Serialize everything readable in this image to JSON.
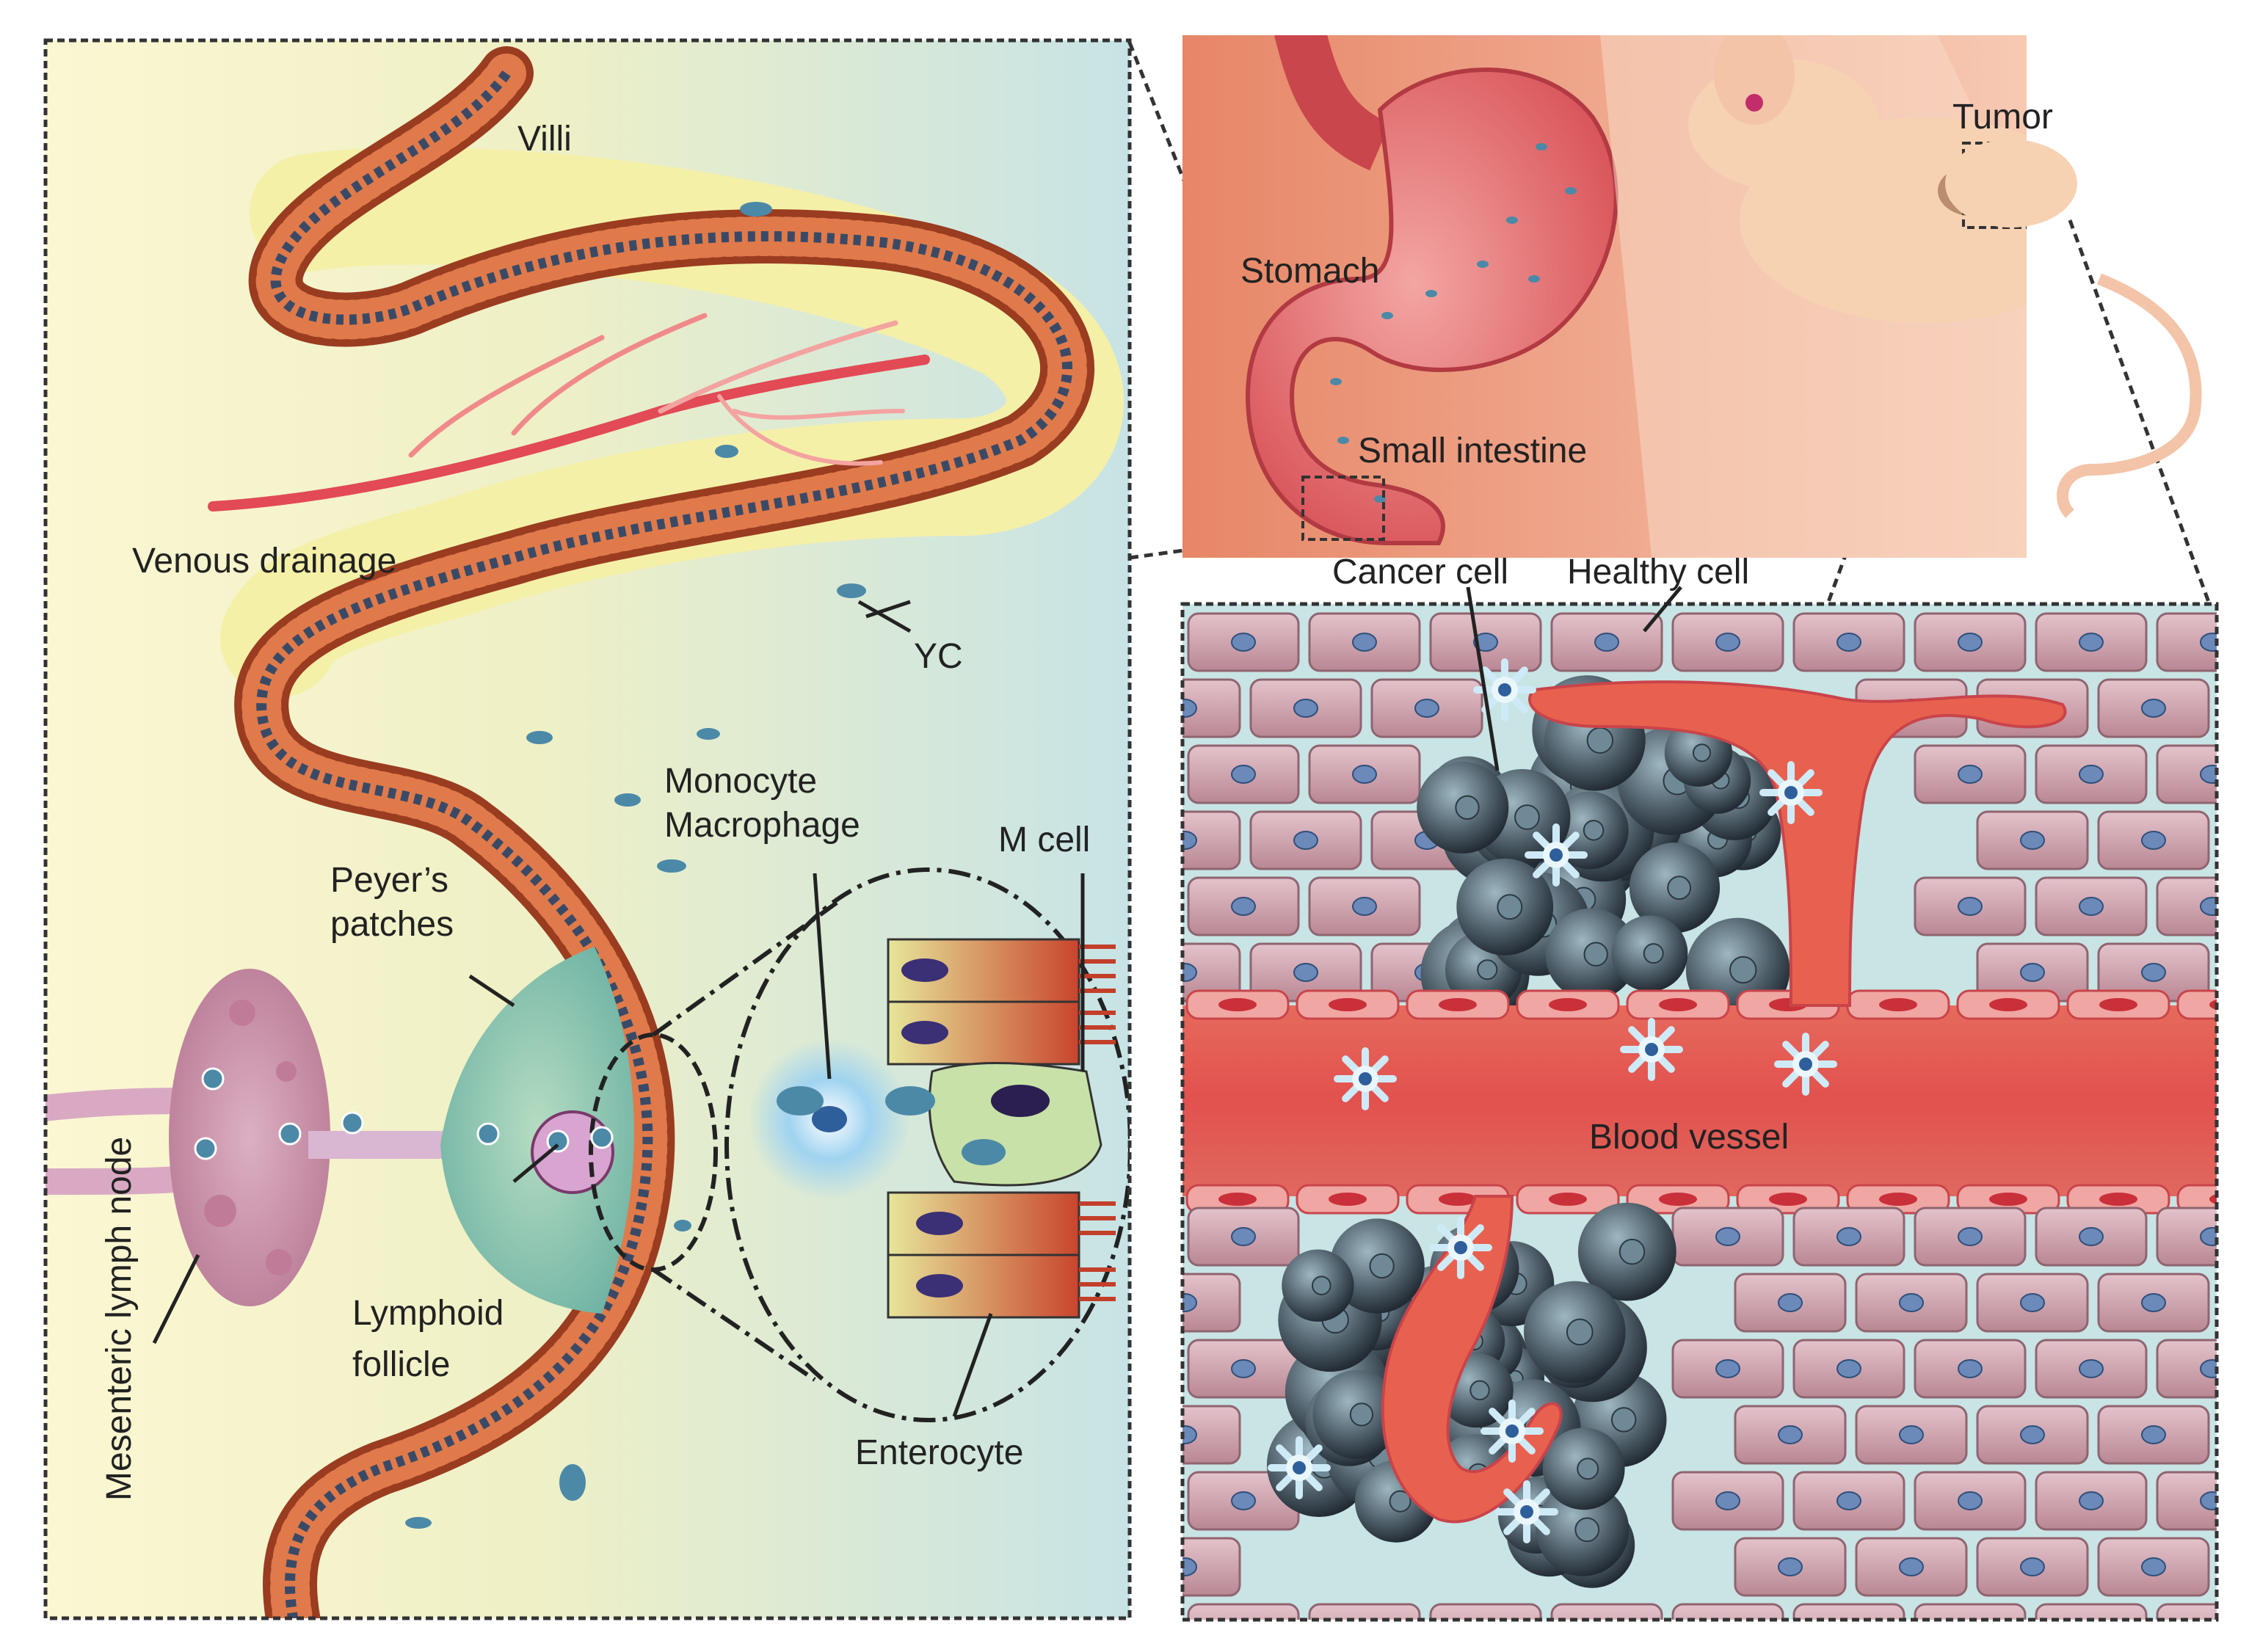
{
  "labels": {
    "villi": "Villi",
    "venous_drainage": "Venous drainage",
    "yc": "YC",
    "monocyte": "Monocyte",
    "macrophage": "Macrophage",
    "m_cell": "M cell",
    "peyers_line1": "Peyer’s",
    "peyers_line2": "patches",
    "lymphoid_line1": "Lymphoid",
    "lymphoid_line2": "follicle",
    "mesenteric": "Mesenteric lymph node",
    "enterocyte": "Enterocyte",
    "stomach": "Stomach",
    "small_intestine": "Small intestine",
    "tumor": "Tumor",
    "cancer_cell": "Cancer cell",
    "healthy_cell": "Healthy cell",
    "blood_vessel": "Blood vessel"
  },
  "colors": {
    "panel_left_bg_start": "#faf5c8",
    "panel_left_bg_end": "#c7e3e5",
    "villus_wall": "#b9552d",
    "villus_core": "#f6f0a4",
    "vein": "#e24a55",
    "stomach": "#e46d6f",
    "mouse": "#f6d2b2",
    "tumor_bg": "#c8e4e4",
    "healthy_cell": "#c99aa6",
    "cancer_cell": "#3d4a55",
    "blood_vessel": "#e2514e",
    "yeast": "#4b89a7",
    "lymph_node": "#c98aa3",
    "peyer": "#8ccab2"
  }
}
